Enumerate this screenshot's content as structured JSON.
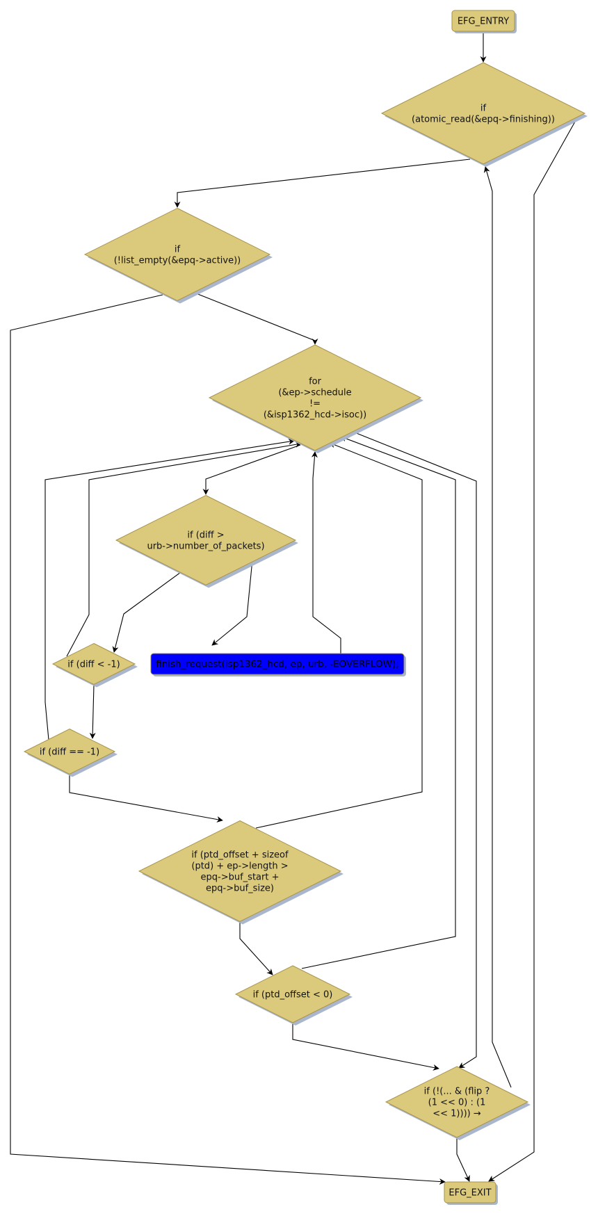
{
  "diagram": {
    "title": "Control flow graph",
    "colors": {
      "node_fill": "#dbc97c",
      "node_border": "#a8924a",
      "shadow": "#a9b6cc",
      "action_fill": "#0000ff",
      "edge": "#000000"
    },
    "nodes": [
      {
        "id": "entry",
        "type": "terminal",
        "lines": [
          "EFG_ENTRY"
        ]
      },
      {
        "id": "finishing",
        "type": "decision",
        "lines": [
          "if",
          "(atomic_read(&epq->finishing))"
        ]
      },
      {
        "id": "list_empty",
        "type": "decision",
        "lines": [
          "if",
          "(!list_empty(&epq->active))"
        ]
      },
      {
        "id": "for_schedule",
        "type": "decision",
        "lines": [
          "for",
          "(&ep->schedule",
          "!=",
          "(&isp1362_hcd->isoc))"
        ]
      },
      {
        "id": "diff_gt",
        "type": "decision",
        "lines": [
          "if (diff >",
          "urb->number_of_packets)"
        ]
      },
      {
        "id": "finish_request",
        "type": "action",
        "lines": [
          "finish_request(isp1362_hcd, ep, urb, -EOVERFLOW);"
        ]
      },
      {
        "id": "diff_lt",
        "type": "decision",
        "lines": [
          "if (diff < -1)"
        ]
      },
      {
        "id": "diff_eq",
        "type": "decision",
        "lines": [
          "if (diff == -1)"
        ]
      },
      {
        "id": "ptd_size",
        "type": "decision",
        "lines": [
          "if (ptd_offset + sizeof",
          "(ptd) + ep->length >",
          "epq->buf_start +",
          "epq->buf_size)"
        ]
      },
      {
        "id": "ptd_neg",
        "type": "decision",
        "lines": [
          "if (ptd_offset < 0)"
        ]
      },
      {
        "id": "flip",
        "type": "decision",
        "lines": [
          "if (!(... & (flip ?",
          "(1 << 0) : (1",
          "<< 1)))) →"
        ]
      },
      {
        "id": "exit",
        "type": "terminal",
        "lines": [
          "EFG_EXIT"
        ]
      }
    ],
    "edges": [
      {
        "from": "entry",
        "to": "finishing"
      },
      {
        "from": "finishing",
        "to": "list_empty"
      },
      {
        "from": "finishing",
        "to": "exit"
      },
      {
        "from": "list_empty",
        "to": "for_schedule"
      },
      {
        "from": "list_empty",
        "to": "exit"
      },
      {
        "from": "for_schedule",
        "to": "diff_gt"
      },
      {
        "from": "for_schedule",
        "to": "flip"
      },
      {
        "from": "diff_gt",
        "to": "diff_lt"
      },
      {
        "from": "diff_gt",
        "to": "finish_request"
      },
      {
        "from": "finish_request",
        "to": "for_schedule"
      },
      {
        "from": "diff_lt",
        "to": "for_schedule"
      },
      {
        "from": "diff_lt",
        "to": "diff_eq"
      },
      {
        "from": "diff_eq",
        "to": "for_schedule"
      },
      {
        "from": "diff_eq",
        "to": "ptd_size"
      },
      {
        "from": "ptd_size",
        "to": "for_schedule"
      },
      {
        "from": "ptd_size",
        "to": "ptd_neg"
      },
      {
        "from": "ptd_neg",
        "to": "for_schedule"
      },
      {
        "from": "ptd_neg",
        "to": "flip"
      },
      {
        "from": "flip",
        "to": "finishing"
      },
      {
        "from": "flip",
        "to": "exit"
      }
    ]
  }
}
